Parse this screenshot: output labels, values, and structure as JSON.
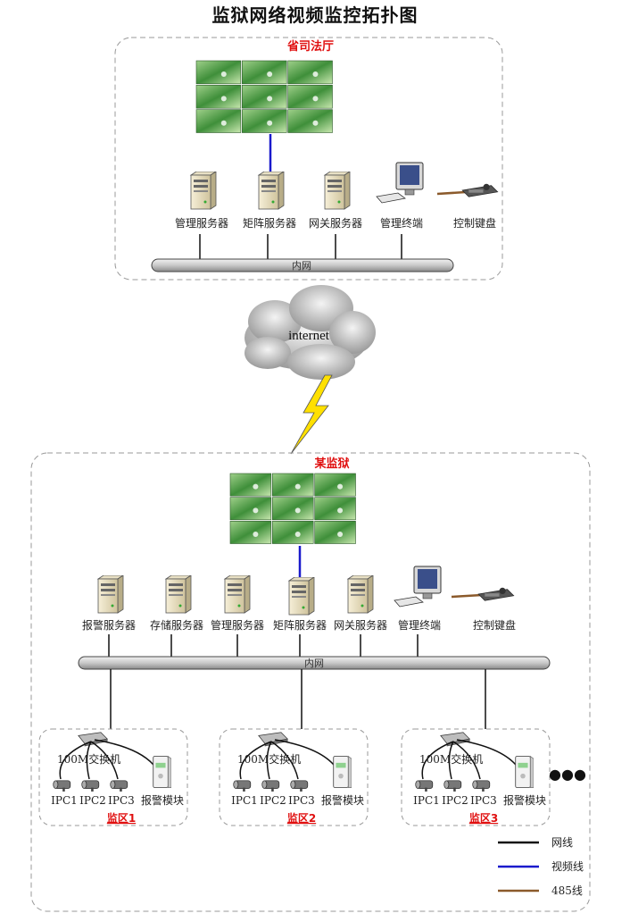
{
  "title": "监狱网络视频监控拓扑图",
  "top": {
    "zone": "省司法厅",
    "devices": [
      "管理服务器",
      "矩阵服务器",
      "网关服务器",
      "管理终端",
      "控制键盘"
    ],
    "bus": "内网"
  },
  "cloud": "internet",
  "prison": {
    "zone": "某监狱",
    "devices": [
      "报警服务器",
      "存储服务器",
      "管理服务器",
      "矩阵服务器",
      "网关服务器",
      "管理终端",
      "控制键盘"
    ],
    "bus": "内网",
    "areas": [
      {
        "name": "监区1",
        "switch": "100M交换机",
        "ipcs": [
          "IPC1",
          "IPC2",
          "IPC3"
        ],
        "alarm": "报警模块"
      },
      {
        "name": "监区2",
        "switch": "100M交换机",
        "ipcs": [
          "IPC1",
          "IPC2",
          "IPC3"
        ],
        "alarm": "报警模块"
      },
      {
        "name": "监区3",
        "switch": "100M交换机",
        "ipcs": [
          "IPC1",
          "IPC2",
          "IPC3"
        ],
        "alarm": "报警模块"
      }
    ],
    "more": "●●●"
  },
  "legend": [
    {
      "label": "网线",
      "color": "#111111"
    },
    {
      "label": "视频线",
      "color": "#1a1acc"
    },
    {
      "label": "485线",
      "color": "#8b5a2b"
    }
  ]
}
